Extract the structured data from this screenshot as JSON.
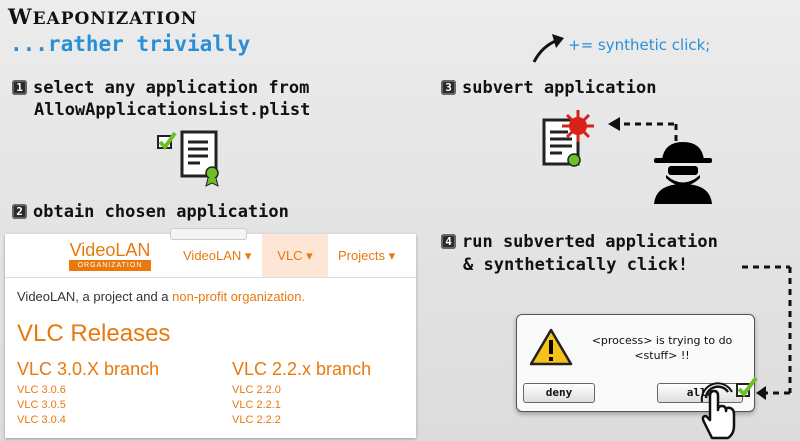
{
  "title": {
    "first_letter": "W",
    "rest": "EAPONIZATION"
  },
  "subtitle": "...rather trivially",
  "steps": [
    {
      "num": "1",
      "line1": "select any application from",
      "line2": "AllowApplicationsList.plist"
    },
    {
      "num": "2",
      "line1": "obtain chosen application"
    },
    {
      "num": "3",
      "line1": "subvert application"
    },
    {
      "num": "4",
      "line1": "run subverted application",
      "line2": "& synthetically click!"
    }
  ],
  "annotation": "+= synthetic click;",
  "web": {
    "logo_brand": "VideoLAN",
    "logo_org": "ORGANIZATION",
    "nav": [
      "VideoLAN ▾",
      "VLC ▾",
      "Projects ▾"
    ],
    "intro_text": "VideoLAN, a project and a ",
    "intro_link": "non-profit organization.",
    "releases_title": "VLC Releases",
    "branches": [
      {
        "name": "VLC 3.0.X branch",
        "versions": [
          "VLC 3.0.6",
          "VLC 3.0.5",
          "VLC 3.0.4"
        ]
      },
      {
        "name": "VLC 2.2.x branch",
        "versions": [
          "VLC 2.2.0",
          "VLC 2.2.1",
          "VLC 2.2.2"
        ]
      }
    ]
  },
  "dialog": {
    "message_line1": "<process> is trying to do",
    "message_line2": "<stuff> !!",
    "deny_label": "deny",
    "allow_label": "allo"
  },
  "colors": {
    "accent_blue": "#2a8fd6",
    "vlc_orange": "#e8790d",
    "check_green": "#6cbf2a",
    "virus_red": "#d8211b"
  }
}
